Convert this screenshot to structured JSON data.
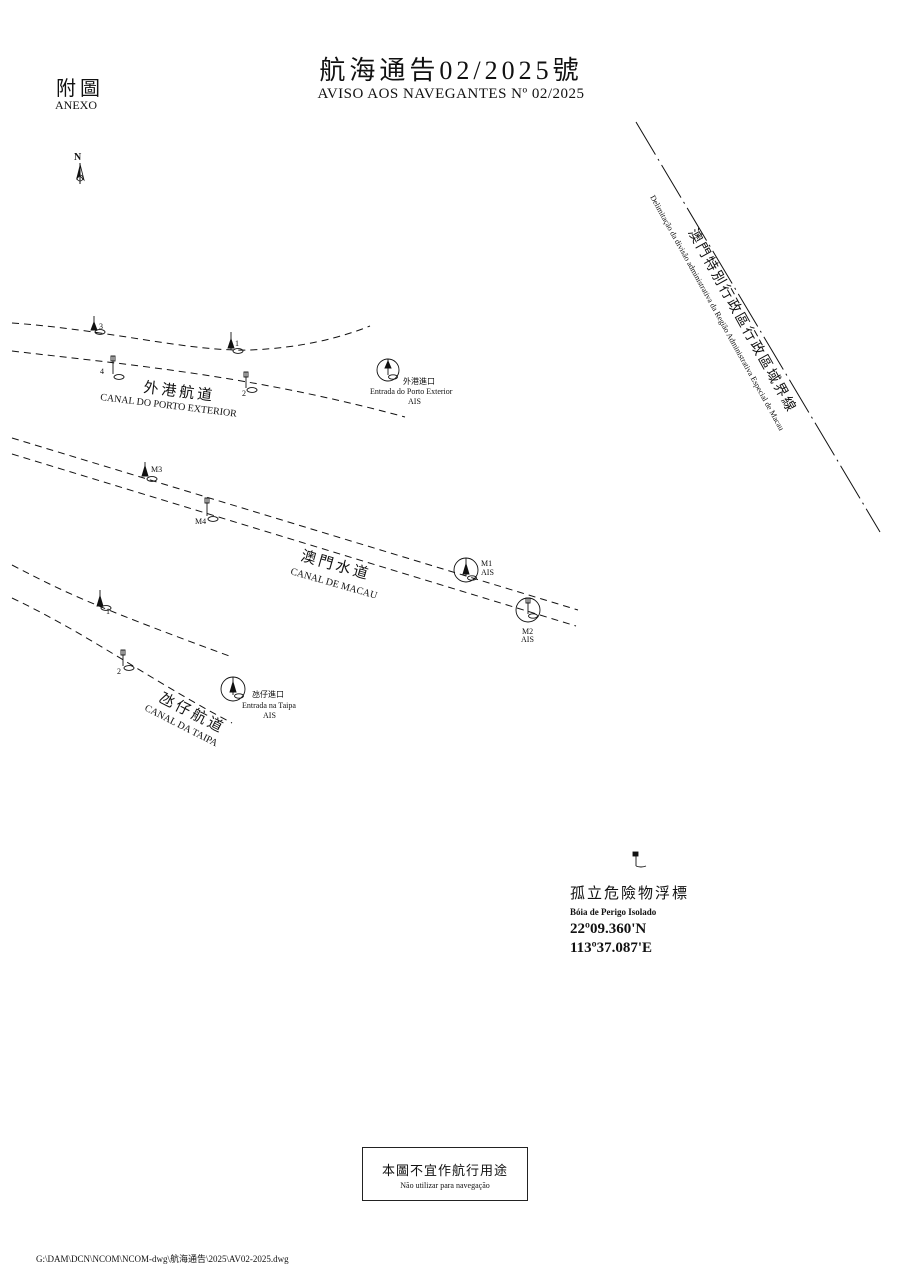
{
  "header": {
    "title_cn": "航海通告02/2025號",
    "title_pt": "AVISO AOS NAVEGANTES Nº 02/2025",
    "annex_cn": "附圖",
    "annex_pt": "ANEXO"
  },
  "north": {
    "letter": "N"
  },
  "boundary": {
    "label_cn": "澳門特別行政區行政區域界線",
    "label_pt": "Delimitação da divisão administrativa da Região Administrativa Especial de Macau"
  },
  "channels": {
    "outer": {
      "cn": "外港航道",
      "pt": "CANAL DO PORTO EXTERIOR"
    },
    "macau": {
      "cn": "澳門水道",
      "pt": "CANAL DE MACAU"
    },
    "taipa": {
      "cn": "氹仔航道",
      "pt": "CANAL DA TAIPA"
    }
  },
  "buoys": {
    "b3": "3",
    "b1_outer": "1",
    "b4": "4",
    "b2_outer": "2",
    "m3": "M3",
    "m4": "M4",
    "m1": "M1",
    "m1_ais": "AIS",
    "m2": "M2",
    "m2_ais": "AIS",
    "b1_taipa": "1",
    "b2_taipa": "2"
  },
  "entrances": {
    "outer": {
      "cn": "外港進口",
      "pt": "Entrada do Porto Exterior",
      "ais": "AIS"
    },
    "taipa": {
      "cn": "氹仔進口",
      "pt": "Entrada na Taipa",
      "ais": "AIS"
    }
  },
  "hazard": {
    "name_cn": "孤立危險物浮標",
    "name_pt": "Bóia de Perigo Isolado",
    "lat": "22º09.360'N",
    "lon": "113º37.087'E"
  },
  "notice": {
    "cn": "本圖不宜作航行用途",
    "pt": "Não utilizar para navegação"
  },
  "footer": {
    "path": "G:\\DAM\\DCN\\NCOM\\NCOM-dwg\\航海通告\\2025\\AV02-2025.dwg"
  }
}
